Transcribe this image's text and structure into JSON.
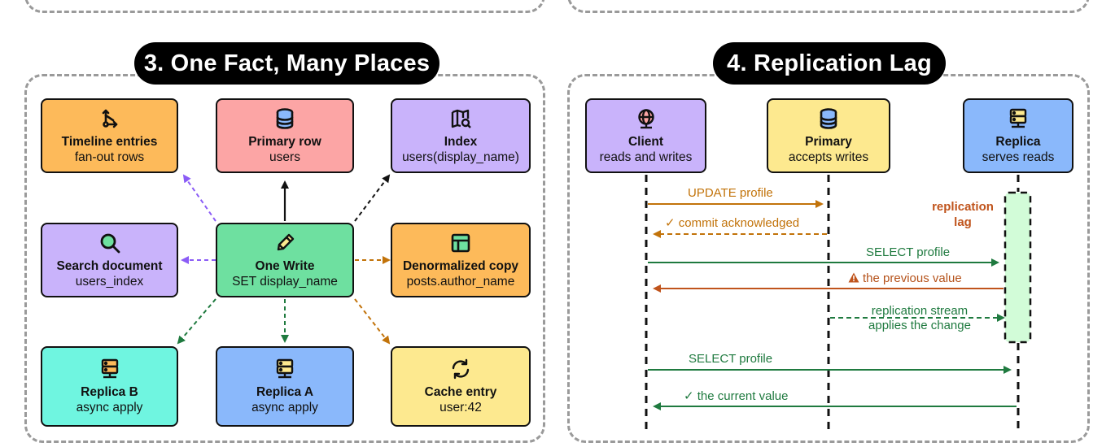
{
  "left_panel": {
    "title": "3. One Fact, Many Places",
    "nodes": {
      "timeline": {
        "title": "Timeline entries",
        "subtitle": "fan-out rows",
        "icon": "fan-out-icon"
      },
      "primary_row": {
        "title": "Primary row",
        "subtitle": "users",
        "icon": "database-icon"
      },
      "index": {
        "title": "Index",
        "subtitle": "users(display_name)",
        "icon": "map-search-icon"
      },
      "search_doc": {
        "title": "Search document",
        "subtitle": "users_index",
        "icon": "search-icon"
      },
      "one_write": {
        "title": "One Write",
        "subtitle": "SET display_name",
        "icon": "pencil-icon"
      },
      "denorm": {
        "title": "Denormalized copy",
        "subtitle": "posts.author_name",
        "icon": "table-layout-icon"
      },
      "replica_b": {
        "title": "Replica B",
        "subtitle": "async apply",
        "icon": "server-icon"
      },
      "replica_a": {
        "title": "Replica A",
        "subtitle": "async apply",
        "icon": "server-icon"
      },
      "cache": {
        "title": "Cache entry",
        "subtitle": "user:42",
        "icon": "refresh-icon"
      }
    }
  },
  "right_panel": {
    "title": "4. Replication Lag",
    "actors": {
      "client": {
        "title": "Client",
        "subtitle": "reads and writes",
        "icon": "globe-icon"
      },
      "primary": {
        "title": "Primary",
        "subtitle": "accepts writes",
        "icon": "database-icon"
      },
      "replica": {
        "title": "Replica",
        "subtitle": "serves reads",
        "icon": "server-icon"
      }
    },
    "lag_label": [
      "replication",
      "lag"
    ],
    "messages": {
      "m1": "UPDATE profile",
      "m2": "✓ commit acknowledged",
      "m3": "SELECT profile",
      "m4": "the previous value",
      "m5a": "replication stream",
      "m5b": "applies the change",
      "m6": "SELECT profile",
      "m7": "✓ the current value"
    }
  },
  "colors": {
    "orange_box": "#fdba5a",
    "red_box": "#fca5a5",
    "purple_box": "#c9b3fb",
    "green_box": "#6ee0a0",
    "teal_box": "#6ff5e0",
    "blue_box": "#8ab8fb",
    "yellow_box": "#fde98f",
    "lag_box": "#d2fcd8",
    "arrow_orange": "#c2730a",
    "arrow_green": "#1f7a3f",
    "arrow_red": "#c0541c",
    "arrow_purple": "#8b5cf6"
  }
}
